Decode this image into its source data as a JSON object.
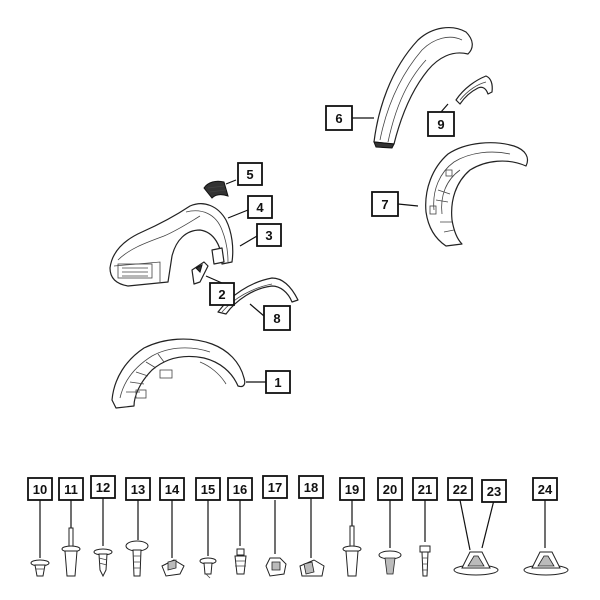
{
  "callouts": {
    "c1": "1",
    "c2": "2",
    "c3": "3",
    "c4": "4",
    "c5": "5",
    "c6": "6",
    "c7": "7",
    "c8": "8",
    "c9": "9",
    "c10": "10",
    "c11": "11",
    "c12": "12",
    "c13": "13",
    "c14": "14",
    "c15": "15",
    "c16": "16",
    "c17": "17",
    "c18": "18",
    "c19": "19",
    "c20": "20",
    "c21": "21",
    "c22": "22",
    "c23": "23",
    "c24": "24"
  }
}
